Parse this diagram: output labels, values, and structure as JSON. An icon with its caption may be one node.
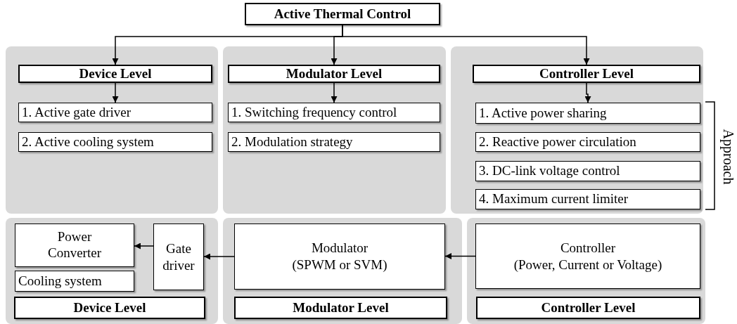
{
  "diagram": {
    "nodes": [
      {
        "text": [
          "Active Thermal Control"
        ]
      },
      {
        "text": [],
        "shape": "box"
      },
      {
        "text": [
          "Device Level"
        ],
        "in": 1
      },
      {
        "text": [
          "1. Active gate driver"
        ],
        "in": 1
      },
      {
        "text": [
          "2. Active cooling system"
        ],
        "in": 1
      },
      {
        "text": [],
        "shape": "box"
      },
      {
        "text": [
          "Modulator Level"
        ],
        "in": 5
      },
      {
        "text": [
          "1. Switching frequency control"
        ],
        "in": 5
      },
      {
        "text": [
          "2. Modulation strategy"
        ],
        "in": 5
      },
      {
        "text": [],
        "shape": "box"
      },
      {
        "text": [
          "Controller Level"
        ],
        "in": 9
      },
      {
        "text": [
          "1. Active power sharing"
        ],
        "in": 9
      },
      {
        "text": [
          "2. Reactive power circulation"
        ],
        "in": 9
      },
      {
        "text": [
          "3. DC-link voltage control"
        ],
        "in": 9
      },
      {
        "text": [
          "4. Maximum current limiter"
        ],
        "in": 9
      },
      {
        "text": [],
        "shape": "box"
      },
      {
        "text": [
          "Power Converter"
        ],
        "in": 15
      },
      {
        "text": [
          "Cooling system"
        ],
        "in": 15
      },
      {
        "text": [
          "Gate driver"
        ],
        "in": 15
      },
      {
        "text": [
          "Device Level"
        ],
        "in": 15
      },
      {
        "text": [],
        "shape": "box"
      },
      {
        "text": [
          "Modulator",
          "(SPWM or SVM)"
        ],
        "in": 20
      },
      {
        "text": [
          "Modulator Level"
        ],
        "in": 20
      },
      {
        "text": [],
        "shape": "box"
      },
      {
        "text": [
          "Controller",
          "(Power, Current or Voltage)"
        ],
        "in": 23
      },
      {
        "text": [
          "Controller Level"
        ],
        "in": 23
      }
    ],
    "edges": [
      {
        "from": 0,
        "to": 2,
        "arrow": "to"
      },
      {
        "from": 0,
        "to": 6,
        "arrow": "to"
      },
      {
        "from": 0,
        "to": 10,
        "arrow": "to"
      },
      {
        "from": 2,
        "to": 3,
        "arrow": "to"
      },
      {
        "from": 6,
        "to": 7,
        "arrow": "to"
      },
      {
        "from": 10,
        "to": 11,
        "arrow": "to"
      },
      {
        "from": 24,
        "to": 21,
        "arrow": "to"
      },
      {
        "from": 21,
        "to": 18,
        "arrow": "to"
      },
      {
        "from": 18,
        "to": 16,
        "arrow": "to"
      }
    ],
    "labels": [
      "Approach"
    ]
  }
}
